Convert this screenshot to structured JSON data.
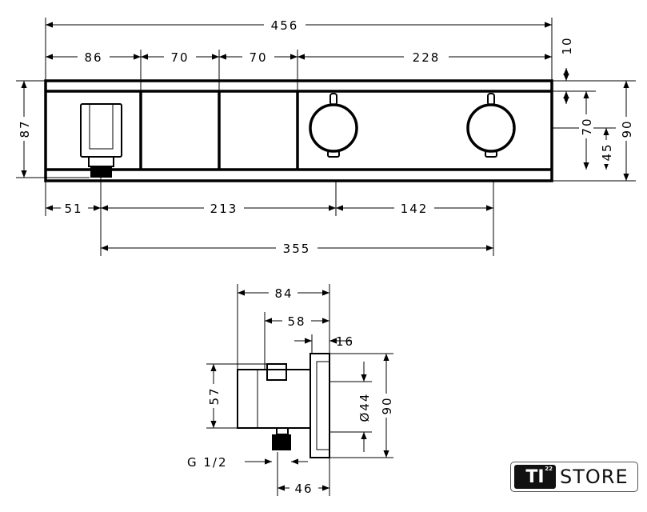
{
  "front_view": {
    "overall_width": "456",
    "segments": [
      "86",
      "70",
      "70",
      "228"
    ],
    "top_offset": "10",
    "left_height": "87",
    "right_height": "90",
    "inner_height": "70",
    "knob_center_height": "45",
    "bottom_segments": [
      "51",
      "213",
      "142"
    ],
    "bottom_span": "355"
  },
  "side_view": {
    "depth_total": "84",
    "depth_body": "58",
    "plate_thickness": "16",
    "body_height": "57",
    "knob_diameter": "Ø44",
    "plate_height": "90",
    "thread": "G 1/2",
    "thread_offset": "46"
  },
  "logo": {
    "mark": "TI",
    "superscript": "22",
    "text": "STORE"
  }
}
